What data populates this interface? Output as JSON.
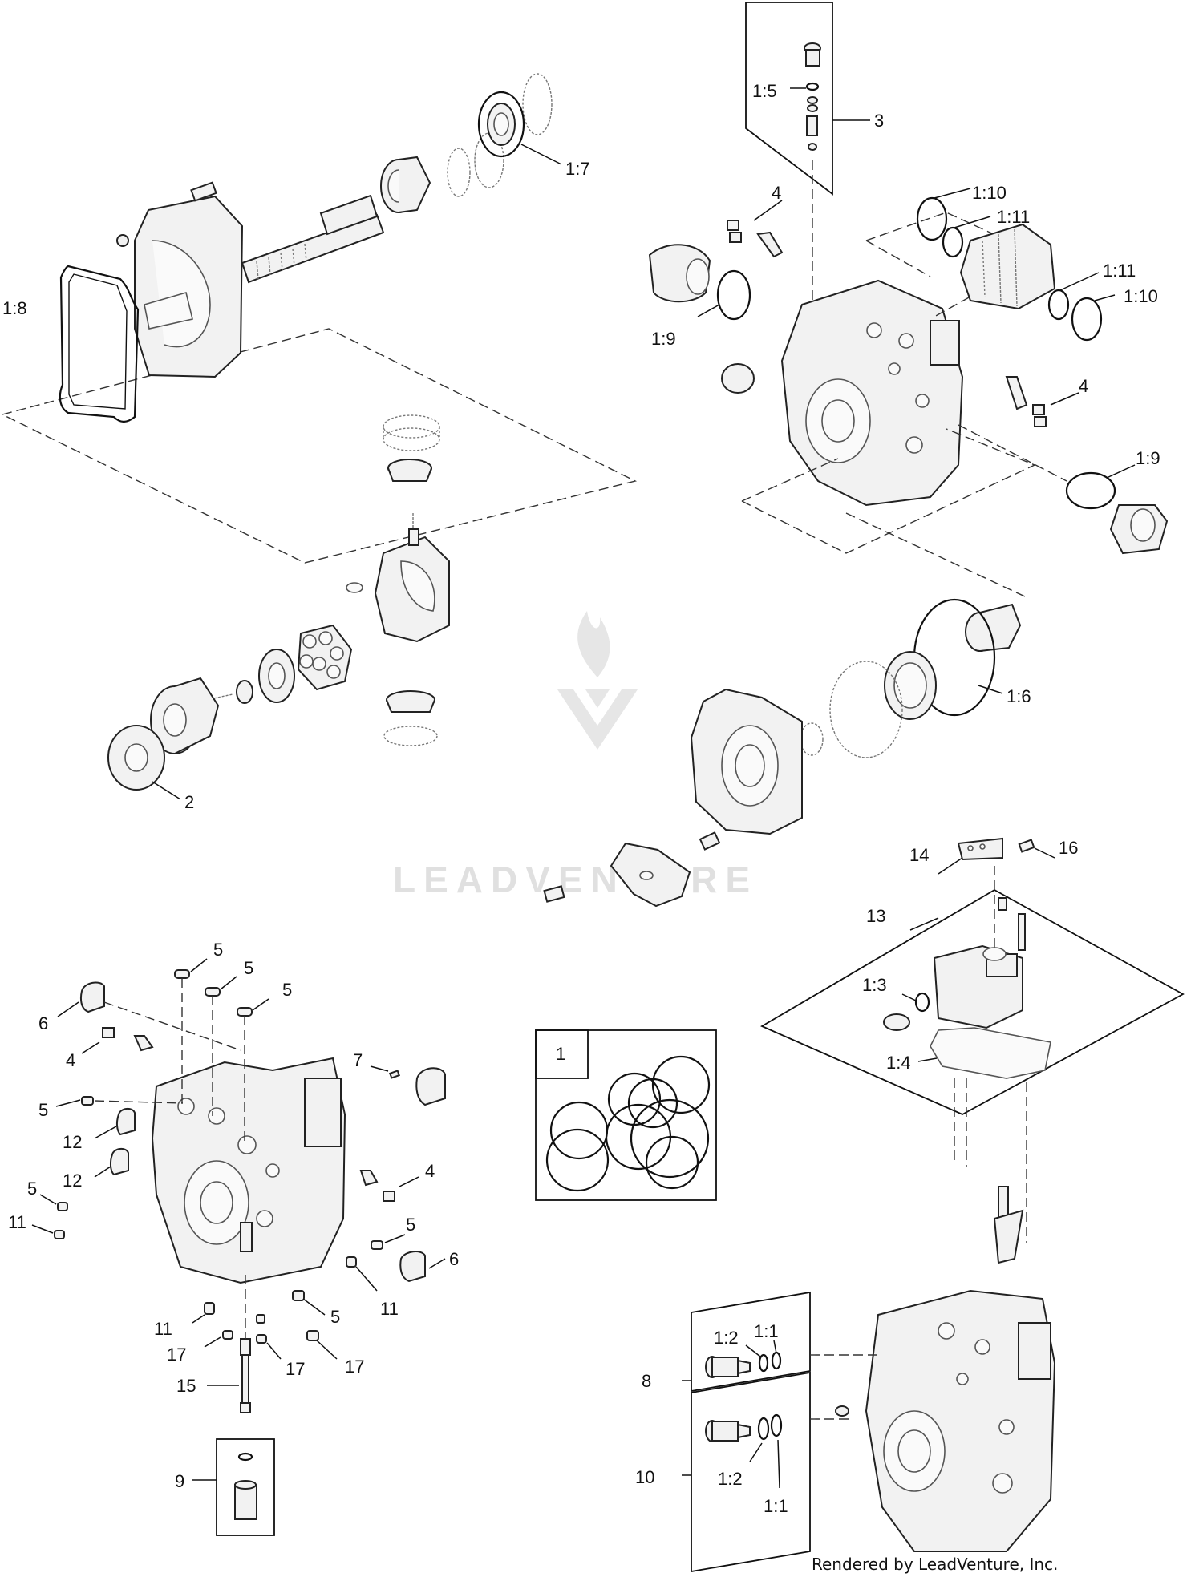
{
  "watermark": {
    "text": "LEADVENTURE"
  },
  "credit": "Rendered by LeadVenture, Inc.",
  "labels": {
    "l_1_5": "1:5",
    "l_3": "3",
    "l_1_7": "1:7",
    "l_4a": "4",
    "l_1_10a": "1:10",
    "l_1_11a": "1:11",
    "l_1_11b": "1:11",
    "l_1_10b": "1:10",
    "l_1_8": "1:8",
    "l_1_9a": "1:9",
    "l_4b": "4",
    "l_1_9b": "1:9",
    "l_1_6": "1:6",
    "l_2": "2",
    "l_14": "14",
    "l_16": "16",
    "l_13": "13",
    "l_1_3": "1:3",
    "l_1_4": "1:4",
    "l_5a": "5",
    "l_5b": "5",
    "l_5c": "5",
    "l_6a": "6",
    "l_4c": "4",
    "l_7": "7",
    "l_5d": "5",
    "l_12a": "12",
    "l_12b": "12",
    "l_5e": "5",
    "l_11a": "11",
    "l_4d": "4",
    "l_5f": "5",
    "l_6b": "6",
    "l_11b": "11",
    "l_5g": "5",
    "l_11c": "11",
    "l_17a": "17",
    "l_17b": "17",
    "l_17c": "17",
    "l_15": "15",
    "l_9": "9",
    "l_1_box": "1",
    "l_8": "8",
    "l_1_2a": "1:2",
    "l_1_1a": "1:1",
    "l_10": "10",
    "l_1_2b": "1:2",
    "l_1_1b": "1:1"
  },
  "icons": {
    "watermark_logo": "flame-v-logo-icon"
  }
}
